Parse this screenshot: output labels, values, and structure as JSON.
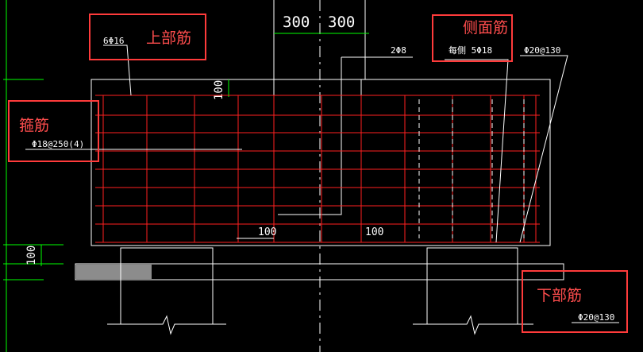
{
  "drawing": {
    "dims": {
      "col_left": "300",
      "col_right": "300",
      "top_cover": "100",
      "bottom_cover": "100",
      "inner_left": "100",
      "inner_right": "100"
    },
    "rebar_labels": {
      "top_bar": "6Φ16",
      "stirrup": "Φ18@250(4)",
      "tie_bar": "2Φ8",
      "side_bar": "每侧 5Φ18",
      "bottom_bar_callout": "Φ20@130",
      "bottom_bar": "Φ20@130"
    },
    "colors": {
      "background": "#000000",
      "rebar": "#ff2020",
      "outline": "#ffffff",
      "dimension": "#00ff00",
      "callout": "#ff3b3b"
    }
  },
  "annotations": {
    "top": "上部筋",
    "stirrup": "箍筋",
    "side": "侧面筋",
    "bottom": "下部筋"
  }
}
